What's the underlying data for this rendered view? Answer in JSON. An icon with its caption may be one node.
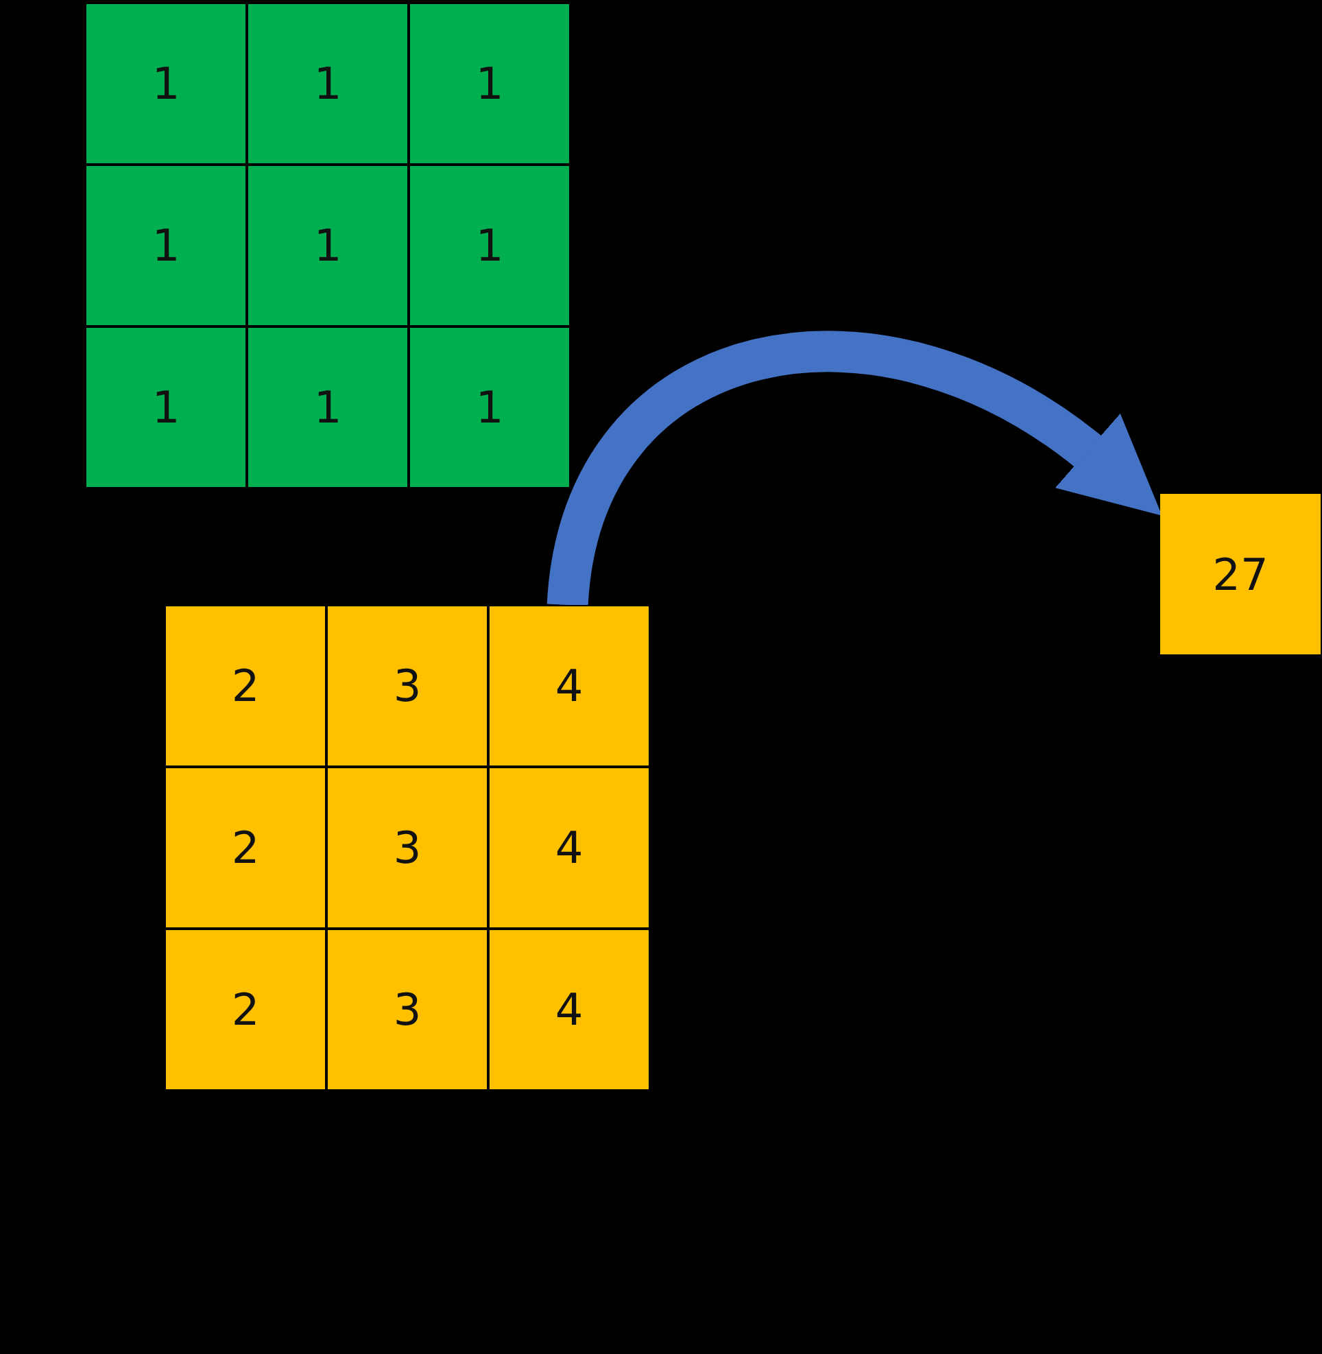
{
  "diagram": {
    "nodes": [
      {
        "text": [],
        "shape": "box"
      },
      {
        "text": [
          "1"
        ],
        "in": 0
      },
      {
        "text": [
          "1"
        ],
        "in": 0
      },
      {
        "text": [
          "1"
        ],
        "in": 0
      },
      {
        "text": [
          "1"
        ],
        "in": 0
      },
      {
        "text": [
          "1"
        ],
        "in": 0
      },
      {
        "text": [
          "1"
        ],
        "in": 0
      },
      {
        "text": [
          "1"
        ],
        "in": 0
      },
      {
        "text": [
          "1"
        ],
        "in": 0
      },
      {
        "text": [
          "1"
        ],
        "in": 0
      },
      {
        "text": [],
        "shape": "box"
      },
      {
        "text": [
          "2"
        ],
        "in": 10
      },
      {
        "text": [
          "3"
        ],
        "in": 10
      },
      {
        "text": [
          "4"
        ],
        "in": 10
      },
      {
        "text": [
          "2"
        ],
        "in": 10
      },
      {
        "text": [
          "3"
        ],
        "in": 10
      },
      {
        "text": [
          "4"
        ],
        "in": 10
      },
      {
        "text": [
          "2"
        ],
        "in": 10
      },
      {
        "text": [
          "3"
        ],
        "in": 10
      },
      {
        "text": [
          "4"
        ],
        "in": 10
      },
      {
        "text": [
          "27"
        ]
      }
    ],
    "edges": [
      {
        "from": 10,
        "to": 20,
        "arrow": "to",
        "color": "#4472c4"
      }
    ]
  }
}
